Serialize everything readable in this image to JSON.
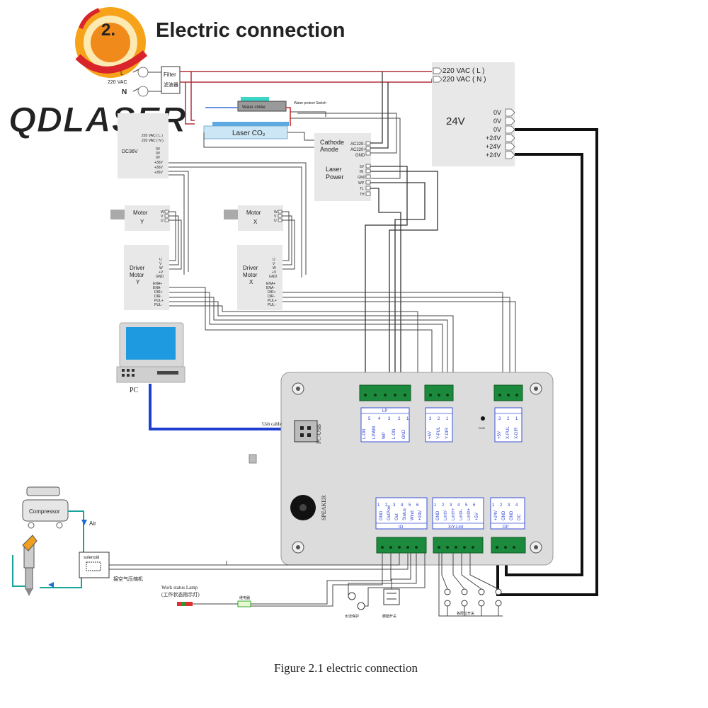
{
  "header": {
    "section_number": "2.",
    "title": "Electric connection",
    "brand": "QDLASER"
  },
  "caption": "Figure 2.1 electric connection",
  "power_supply_24v": {
    "inputs": [
      "220 VAC ( L )",
      "220 VAC ( N )"
    ],
    "title": "24V",
    "outputs": [
      "0V",
      "0V",
      "0V",
      "+24V",
      "+24V",
      "+24V"
    ]
  },
  "mains": {
    "label_l": "L",
    "label_n": "N",
    "label_vac": "220 VAC",
    "filter_label": "Filter",
    "filter_sub": "滤波器"
  },
  "chiller": {
    "label": "Water chiller",
    "protect": "Water protect Switch"
  },
  "laser_tube": {
    "label": "Laser CO₂"
  },
  "dc36v": {
    "inputs": [
      "220 VAC ( L )",
      "220 VAC ( N )"
    ],
    "title": "DC36V",
    "outputs": [
      "0V",
      "0V",
      "0V",
      "+36V",
      "+36V",
      "+36V"
    ]
  },
  "laser_power": {
    "cathode": "Cathode",
    "anode": "Anode",
    "ac_pins": [
      "AC220-",
      "AC220+",
      "GND"
    ],
    "title_line1": "Laser",
    "title_line2": "Power",
    "signal_pins": [
      "5V",
      "IN",
      "GND",
      "WP",
      "TL",
      "TH"
    ]
  },
  "motor_y": {
    "line1": "Motor",
    "line2": "Y",
    "pins": [
      "W",
      "V",
      "U"
    ]
  },
  "motor_x": {
    "line1": "Motor",
    "line2": "X",
    "pins": [
      "W",
      "V",
      "U"
    ]
  },
  "driver_y": {
    "line1": "Driver",
    "line2": "Motor",
    "line3": "Y",
    "pins_top": [
      "U",
      "V",
      "W",
      "+V",
      "GND"
    ],
    "pins_bottom": [
      "ENA+",
      "ENA-",
      "DIR+",
      "DIR-",
      "PUL+",
      "PUL-"
    ]
  },
  "driver_x": {
    "line1": "Driver",
    "line2": "Motor",
    "line3": "X",
    "pins_top": [
      "U",
      "V",
      "W",
      "+V",
      "GND"
    ],
    "pins_bottom": [
      "ENA+",
      "ENA-",
      "DIR+",
      "DIR-",
      "PUL+",
      "PUL-"
    ]
  },
  "pc": {
    "label": "PC"
  },
  "controller": {
    "usb_cable_label": "Usb cable",
    "pc_usb_label": "PC-USB",
    "speaker_label": "SPEAKER",
    "conn_laser_pins": [
      "L-ON",
      "LPWM",
      "WP",
      "L-ON",
      "GND"
    ],
    "conn_laser_nums": [
      "5",
      "4",
      "3",
      "2",
      "1"
    ],
    "conn_laser_tag": "LP",
    "conn_y_pins": [
      "+5V",
      "Y-PUL",
      "Y-DIR"
    ],
    "conn_y_nums": [
      "3",
      "2",
      "1"
    ],
    "conn_x_pins": [
      "+5V",
      "X-PUL",
      "X-DIR"
    ],
    "conn_x_nums": [
      "3",
      "2",
      "1"
    ],
    "led_label": "RUN",
    "conn_io_pins": [
      "GND",
      "OutPow",
      "Out",
      "Status",
      "Wind",
      "+24V"
    ],
    "conn_io_nums": [
      "1",
      "2",
      "3",
      "4",
      "5",
      "6"
    ],
    "conn_io_tag": "IO",
    "conn_lmt_pins": [
      "GND",
      "LmtY-",
      "LmtY+",
      "LmtX-",
      "LmtX+",
      "+5V"
    ],
    "conn_lmt_nums": [
      "1",
      "2",
      "3",
      "4",
      "5",
      "6"
    ],
    "conn_lmt_tag": "X/Y-Lmt",
    "conn_pwr_pins": [
      "+24V",
      "GND",
      "GND",
      "DC"
    ],
    "conn_pwr_nums": [
      "1",
      "2",
      "3",
      "4"
    ],
    "conn_pwr_tag": "DP"
  },
  "compressor": {
    "label": "Compressor",
    "air_label": "Air"
  },
  "solenoid": {
    "label": "solenoid",
    "note": "接空气压缩机"
  },
  "status_lamp": {
    "line1": "Work status Lamp",
    "line2": "(工作状态指示灯)",
    "part": "继电器"
  },
  "switches": {
    "water": "水流保护",
    "foot": "脚踏开关",
    "limit": "各限位开关"
  },
  "colors": {
    "thick_wire": "#111111",
    "mains_wire": "#b0303a",
    "usb_wire": "#1f3fd0",
    "air_tube": "#18a39b",
    "terminal_green": "#1c8a3c",
    "pin_blue": "#2a3fd0",
    "controller_board": "#dcdcdc",
    "logo_orange": "#f08a1a",
    "logo_red": "#d8242a"
  },
  "icons": [
    "sun-logo-icon",
    "pc-icon",
    "compressor-icon",
    "laser-head-icon",
    "speaker-icon",
    "usb-port-icon"
  ]
}
